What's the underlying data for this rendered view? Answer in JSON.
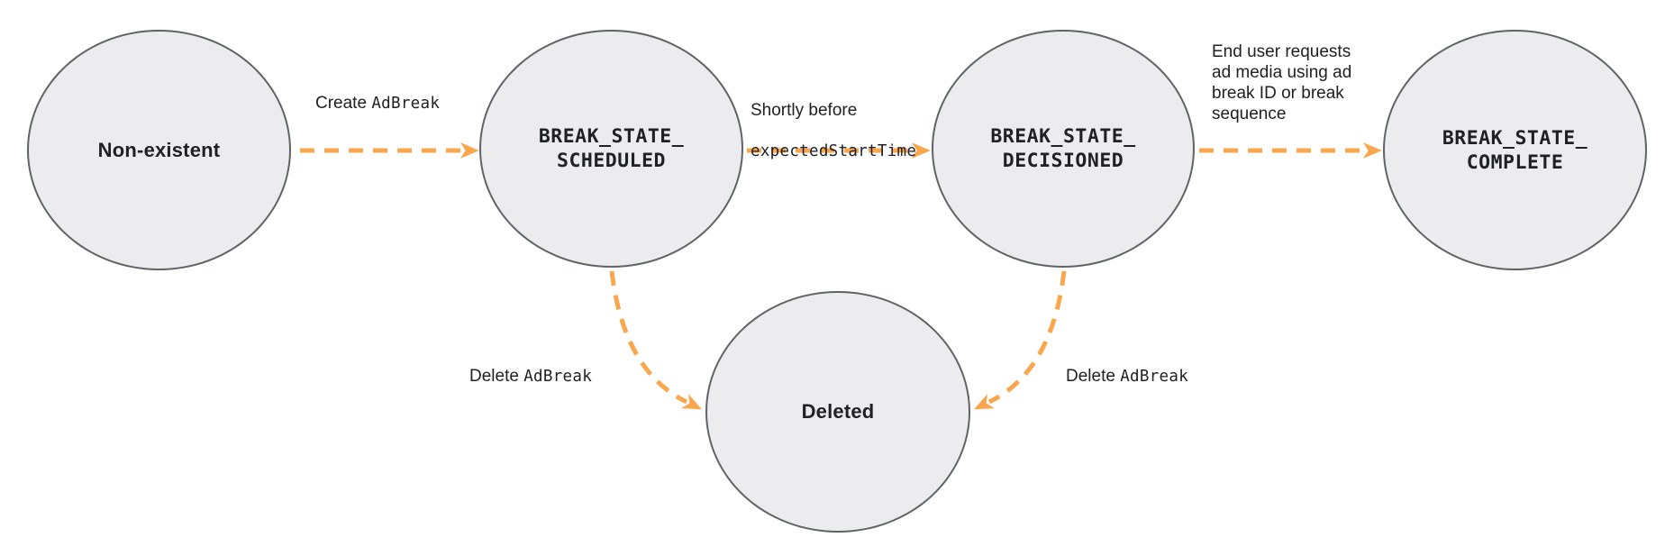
{
  "colors": {
    "accent": "#F9A64C",
    "node_fill": "#ECECEE",
    "node_border": "#5F6368",
    "text": "#202124"
  },
  "nodes": [
    {
      "id": "non-existent",
      "label": "Non-existent"
    },
    {
      "id": "break-state-scheduled",
      "line1": "BREAK_STATE_",
      "line2": "SCHEDULED"
    },
    {
      "id": "break-state-decisioned",
      "line1": "BREAK_STATE_",
      "line2": "DECISIONED"
    },
    {
      "id": "break-state-complete",
      "line1": "BREAK_STATE_",
      "line2": "COMPLETE"
    },
    {
      "id": "deleted",
      "label": "Deleted"
    }
  ],
  "edges": {
    "create": {
      "text": "Create ",
      "code": "AdBreak"
    },
    "shortly": {
      "line1": "Shortly before",
      "code": "expectedStartTime"
    },
    "enduser": {
      "text": "End user requests\nad media using ad\nbreak ID or break\nsequence"
    },
    "delete_left": {
      "text": "Delete ",
      "code": "AdBreak"
    },
    "delete_right": {
      "text": "Delete ",
      "code": "AdBreak"
    }
  }
}
